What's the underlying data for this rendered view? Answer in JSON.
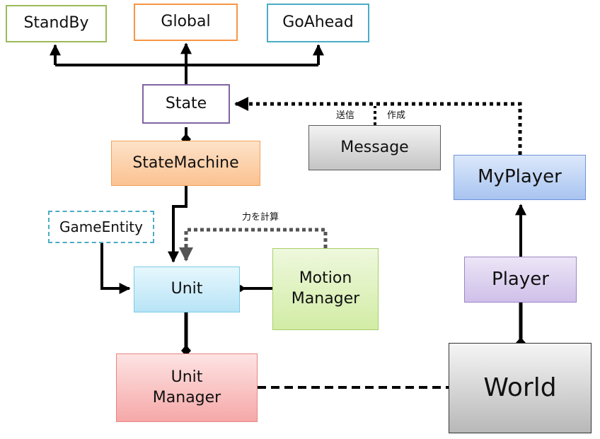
{
  "nodes": {
    "standby": "StandBy",
    "global": "Global",
    "goahead": "GoAhead",
    "state": "State",
    "statemachine": "StateMachine",
    "message": "Message",
    "myplayer": "MyPlayer",
    "gameentity": "GameEntity",
    "unit": "Unit",
    "motion_manager": "Motion\nManager",
    "player": "Player",
    "unit_manager": "Unit\nManager",
    "world": "World"
  },
  "labels": {
    "send": "送信",
    "create": "作成",
    "compute_force": "力を計算"
  }
}
